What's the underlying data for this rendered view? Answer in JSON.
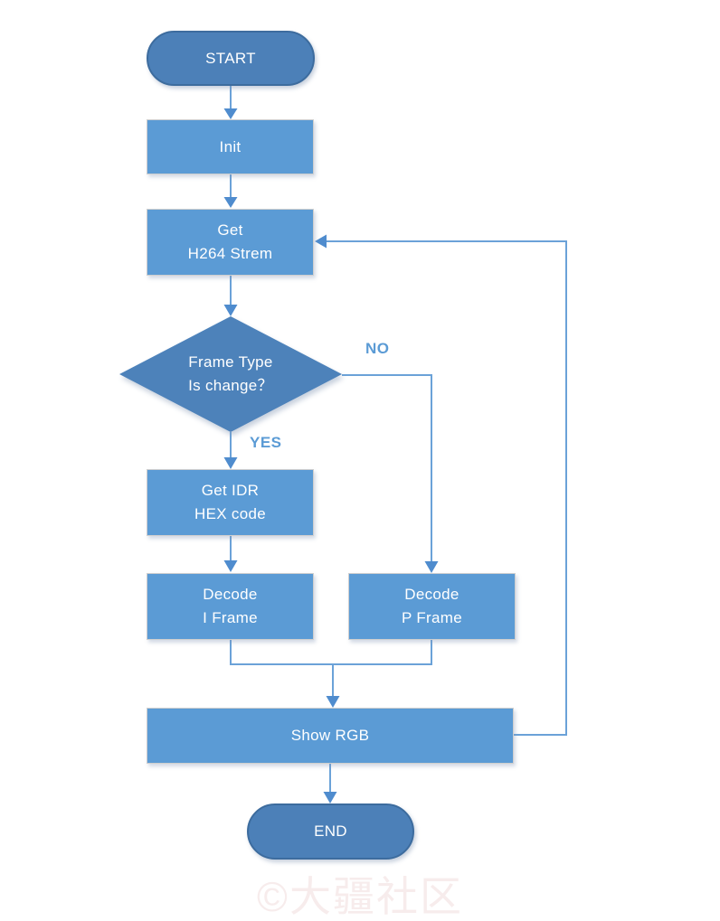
{
  "diagram": {
    "type": "flowchart",
    "nodes": {
      "start": {
        "shape": "terminator",
        "label": "START"
      },
      "init": {
        "shape": "process",
        "label": "Init"
      },
      "get_h264": {
        "shape": "process",
        "label": "Get\nH264 Strem"
      },
      "frame_type": {
        "shape": "decision",
        "label": "Frame Type\nIs change？"
      },
      "get_idr": {
        "shape": "process",
        "label": "Get IDR\nHEX code"
      },
      "decode_i": {
        "shape": "process",
        "label": "Decode\nI Frame"
      },
      "decode_p": {
        "shape": "process",
        "label": "Decode\nP Frame"
      },
      "show_rgb": {
        "shape": "process",
        "label": "Show RGB"
      },
      "end": {
        "shape": "terminator",
        "label": "END"
      }
    },
    "branch_labels": {
      "yes": "YES",
      "no": "NO"
    },
    "edges": [
      {
        "from": "start",
        "to": "init"
      },
      {
        "from": "init",
        "to": "get_h264"
      },
      {
        "from": "get_h264",
        "to": "frame_type"
      },
      {
        "from": "frame_type",
        "to": "get_idr",
        "label": "YES"
      },
      {
        "from": "frame_type",
        "to": "decode_p",
        "label": "NO"
      },
      {
        "from": "get_idr",
        "to": "decode_i"
      },
      {
        "from": "decode_i",
        "to": "show_rgb"
      },
      {
        "from": "decode_p",
        "to": "show_rgb"
      },
      {
        "from": "show_rgb",
        "to": "end"
      },
      {
        "from": "show_rgb",
        "to": "get_h264"
      }
    ],
    "colors": {
      "process_fill": "#5b9bd5",
      "terminator_fill": "#4c80b8",
      "terminator_border": "#3d6c9e",
      "decision_fill": "#4d82ba",
      "connector": "#6ba2d8",
      "arrowhead": "#4f8cce",
      "branch_label_text": "#5b9bd5",
      "node_text": "#ffffff",
      "watermark_text": "#f7ecec"
    },
    "watermark": "©大疆社区"
  }
}
